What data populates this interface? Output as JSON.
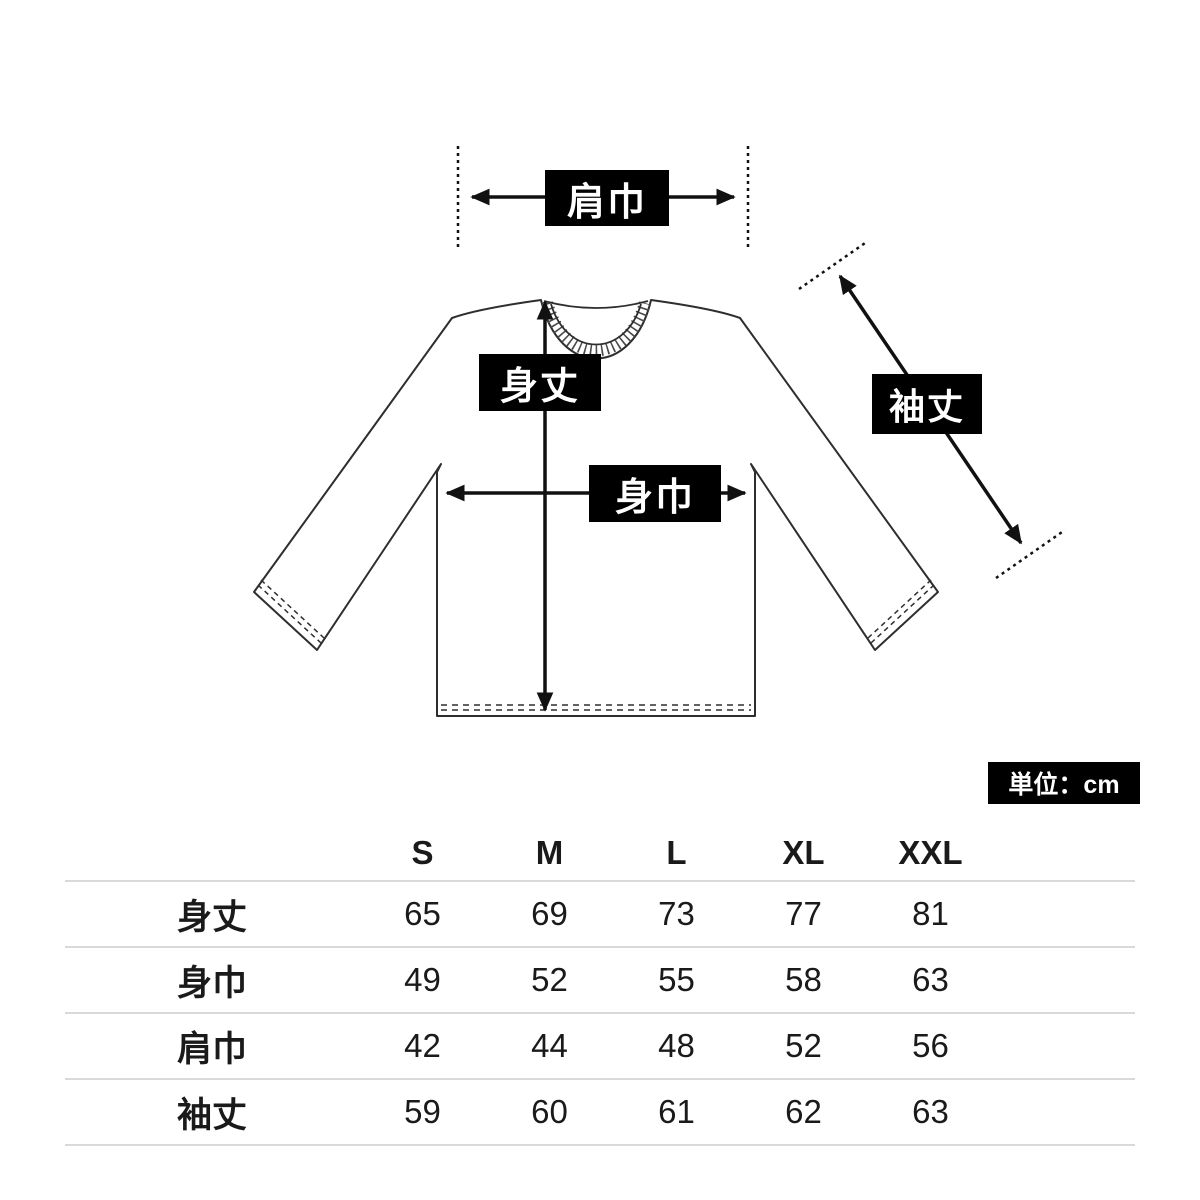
{
  "diagram": {
    "measurement_labels": {
      "shoulder_width": "肩巾",
      "body_length": "身丈",
      "body_width": "身巾",
      "sleeve_length": "袖丈"
    },
    "unit_badge": "単位：cm"
  },
  "size_table": {
    "header": [
      "S",
      "M",
      "L",
      "XL",
      "XXL"
    ],
    "rows": [
      {
        "label": "身丈",
        "values": [
          "65",
          "69",
          "73",
          "77",
          "81"
        ]
      },
      {
        "label": "身巾",
        "values": [
          "49",
          "52",
          "55",
          "58",
          "63"
        ]
      },
      {
        "label": "肩巾",
        "values": [
          "42",
          "44",
          "48",
          "52",
          "56"
        ]
      },
      {
        "label": "袖丈",
        "values": [
          "59",
          "60",
          "61",
          "62",
          "63"
        ]
      }
    ]
  },
  "colors": {
    "label_background": "#000000",
    "label_text": "#ffffff",
    "garment_outline": "#2e2e2e",
    "arrow": "#111111",
    "table_rule": "#d9d9d9",
    "text": "#1a1a1a"
  }
}
